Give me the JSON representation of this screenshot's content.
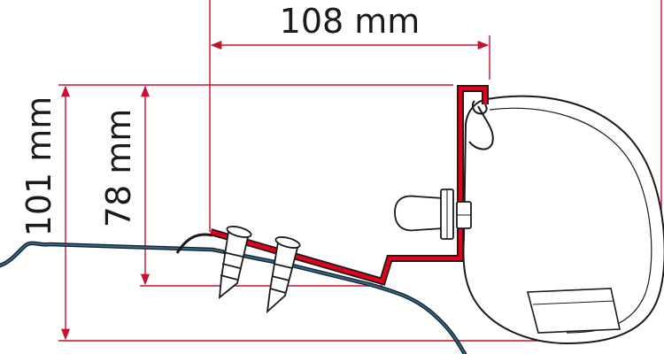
{
  "dimensions": {
    "width_label": "108 mm",
    "height_total_label": "101 mm",
    "height_bracket_label": "78 mm"
  },
  "colors": {
    "dimension_line": "#c8102e",
    "bracket": "#e3001b",
    "roof_line": "#1f4e6e",
    "outline": "#1a1a1a",
    "awning_fill": "#ffffff"
  }
}
